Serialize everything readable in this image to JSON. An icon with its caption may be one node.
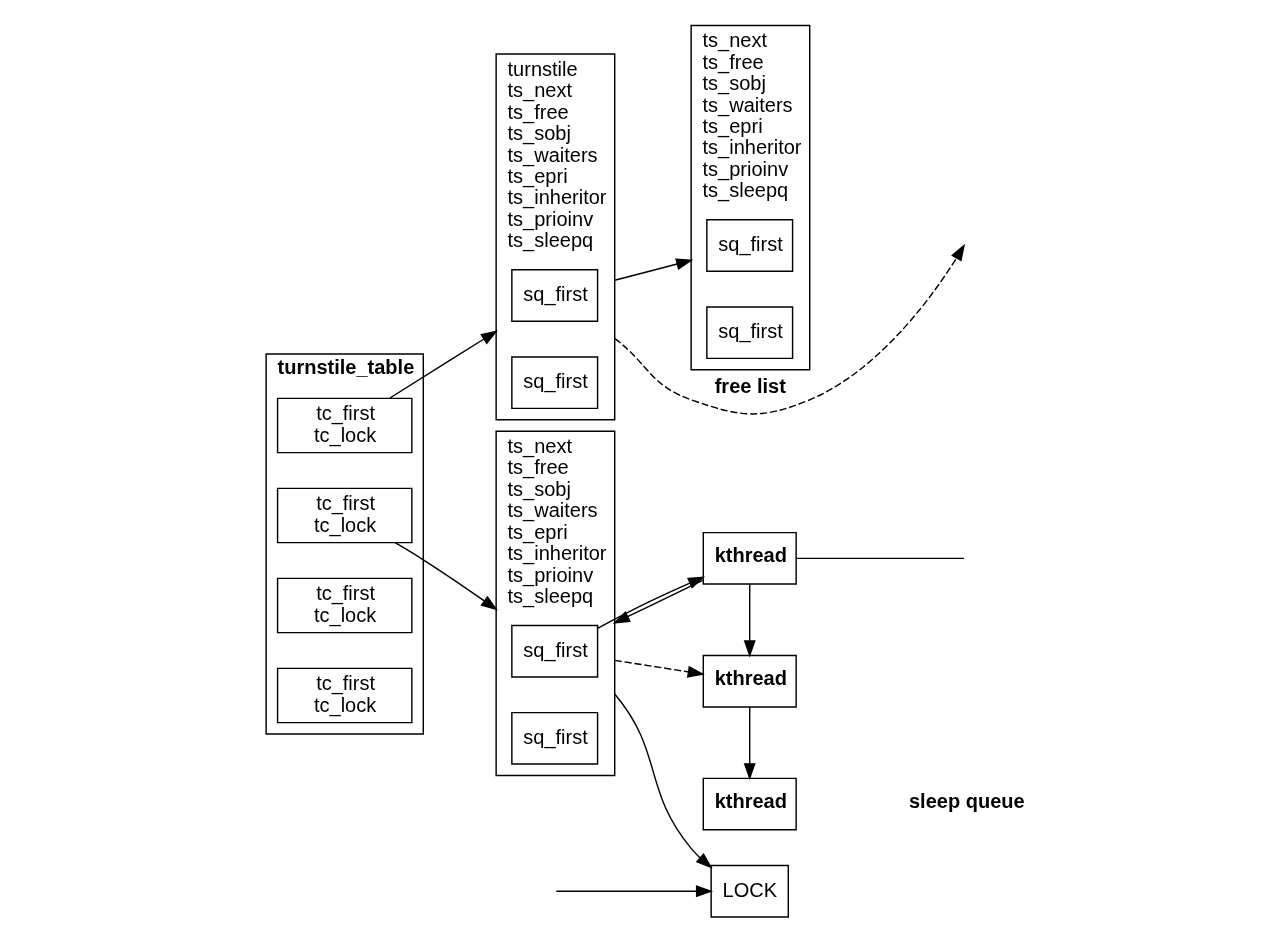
{
  "diagram": {
    "nodes": [
      {
        "text": [
          "turnstile_table"
        ]
      },
      {
        "text": [
          "tc_first",
          "tc_lock"
        ],
        "in": 0
      },
      {
        "text": [
          "tc_first",
          "tc_lock"
        ],
        "in": 0
      },
      {
        "text": [
          "tc_first",
          "tc_lock"
        ],
        "in": 0
      },
      {
        "text": [
          "tc_first",
          "tc_lock"
        ],
        "in": 0
      },
      {
        "text": [
          "turnstile",
          "ts_next",
          "ts_free",
          "ts_sobj",
          "ts_waiters",
          "ts_epri",
          "ts_inheritor",
          "ts_prioinv",
          "ts_sleepq"
        ]
      },
      {
        "text": [
          "sq_first"
        ],
        "in": 5
      },
      {
        "text": [
          "sq_first"
        ],
        "in": 5
      },
      {
        "text": [
          "ts_next",
          "ts_free",
          "ts_sobj",
          "ts_waiters",
          "ts_epri",
          "ts_inheritor",
          "ts_prioinv",
          "ts_sleepq"
        ]
      },
      {
        "text": [
          "sq_first"
        ],
        "in": 8
      },
      {
        "text": [
          "sq_first"
        ],
        "in": 8
      },
      {
        "text": [
          "ts_next",
          "ts_free",
          "ts_sobj",
          "ts_waiters",
          "ts_epri",
          "ts_inheritor",
          "ts_prioinv",
          "ts_sleepq"
        ]
      },
      {
        "text": [
          "sq_first"
        ],
        "in": 11
      },
      {
        "text": [
          "sq_first"
        ],
        "in": 11
      },
      {
        "text": [
          "kthread"
        ]
      },
      {
        "text": [
          "kthread"
        ]
      },
      {
        "text": [
          "kthread"
        ]
      },
      {
        "text": [
          "LOCK"
        ]
      }
    ],
    "edges": [
      {
        "from": 1,
        "to": 5,
        "arrow": "to"
      },
      {
        "from": 2,
        "to": 11,
        "arrow": "to"
      },
      {
        "from": 5,
        "to": 8,
        "arrow": "to"
      },
      {
        "from": 5,
        "to": null,
        "arrow": "to",
        "style": "dashed",
        "label": "free list"
      },
      {
        "from": 11,
        "to": 17,
        "arrow": "to"
      },
      {
        "from": null,
        "to": 17,
        "arrow": "to"
      },
      {
        "from": 12,
        "to": 14,
        "arrow": "to"
      },
      {
        "from": 14,
        "to": 11,
        "arrow": "to"
      },
      {
        "from": 14,
        "to": 15,
        "arrow": "to"
      },
      {
        "from": 15,
        "to": 16,
        "arrow": "to"
      },
      {
        "from": 14,
        "to": null,
        "arrow": "none"
      },
      {
        "from": 11,
        "to": 15,
        "arrow": "to",
        "style": "dashed"
      }
    ],
    "labels": [
      "sleep queue"
    ]
  }
}
